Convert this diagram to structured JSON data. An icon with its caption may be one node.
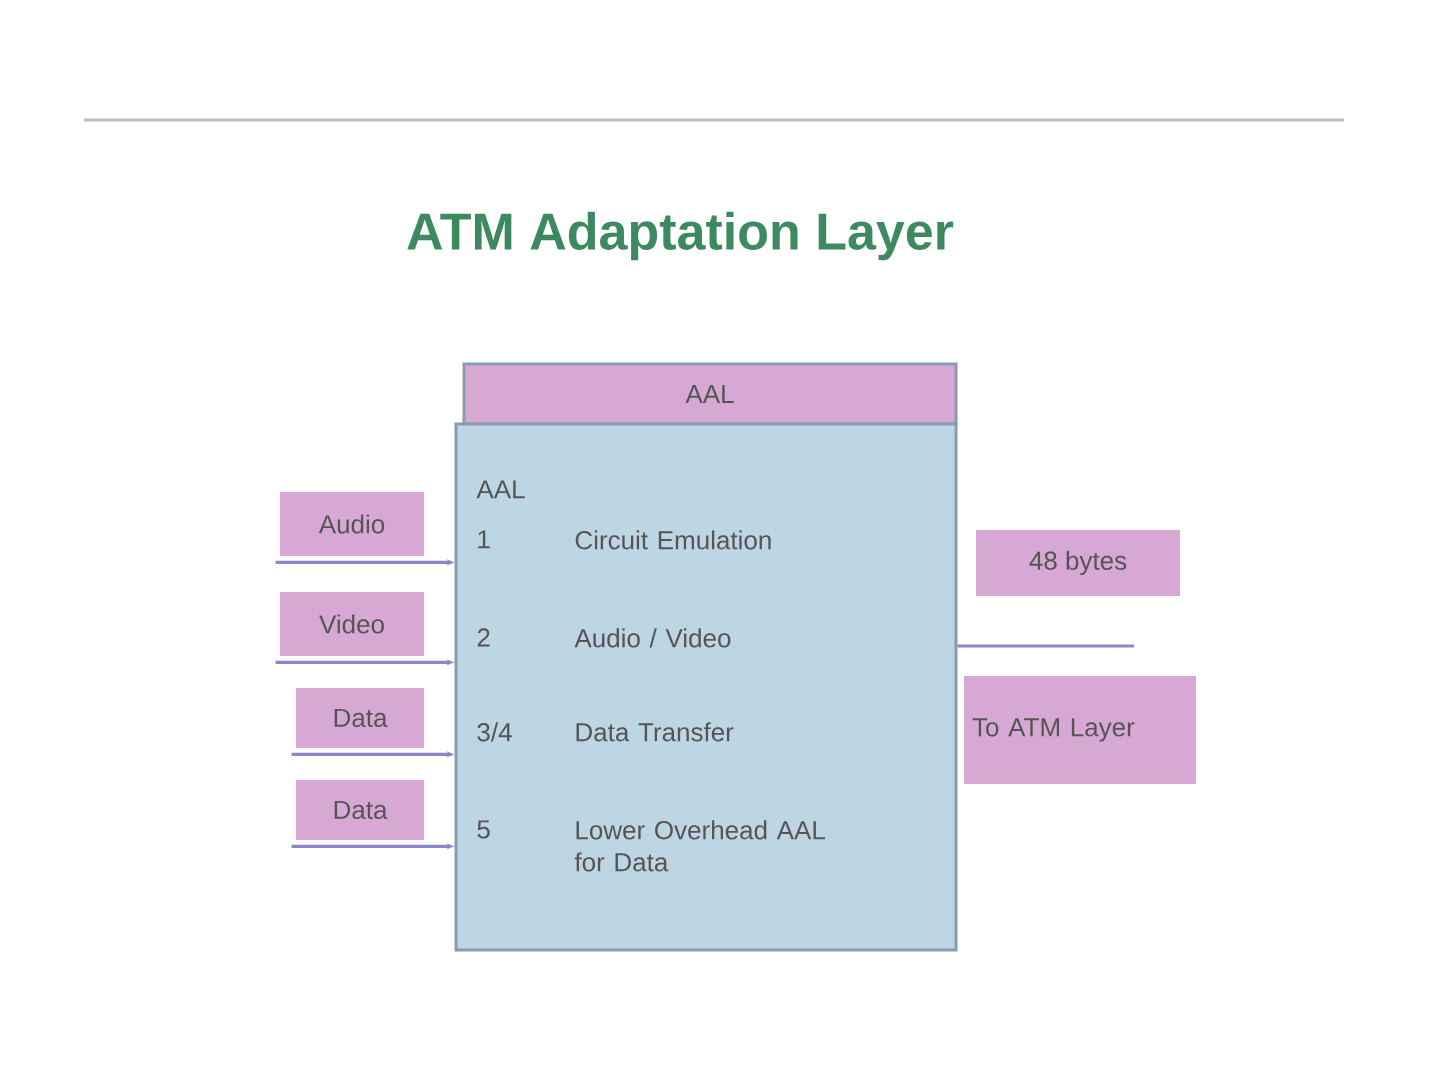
{
  "diagram": {
    "title": "ATM Adaptation Layer",
    "nodes": [
      {
        "text": [
          "AAL"
        ]
      },
      {
        "text": [
          "AAL",
          "1",
          "Circuit Emulation",
          "2",
          "Audio / Video",
          "3/4",
          "Data Transfer",
          "5",
          "Lower Overhead AAL for Data"
        ]
      },
      {
        "text": [
          "Audio"
        ]
      },
      {
        "text": [
          "Video"
        ]
      },
      {
        "text": [
          "Data"
        ]
      },
      {
        "text": [
          "Data"
        ]
      },
      {
        "text": [
          "48 bytes"
        ]
      },
      {
        "text": [
          "To ATM Layer"
        ]
      }
    ],
    "edges": [
      {
        "from": 2,
        "to": 1,
        "arrow": "to"
      },
      {
        "from": 3,
        "to": 1,
        "arrow": "to"
      },
      {
        "from": 4,
        "to": 1,
        "arrow": "to"
      },
      {
        "from": 5,
        "to": 1,
        "arrow": "to"
      },
      {
        "from": 1,
        "to": null,
        "arrow": "none"
      }
    ]
  }
}
